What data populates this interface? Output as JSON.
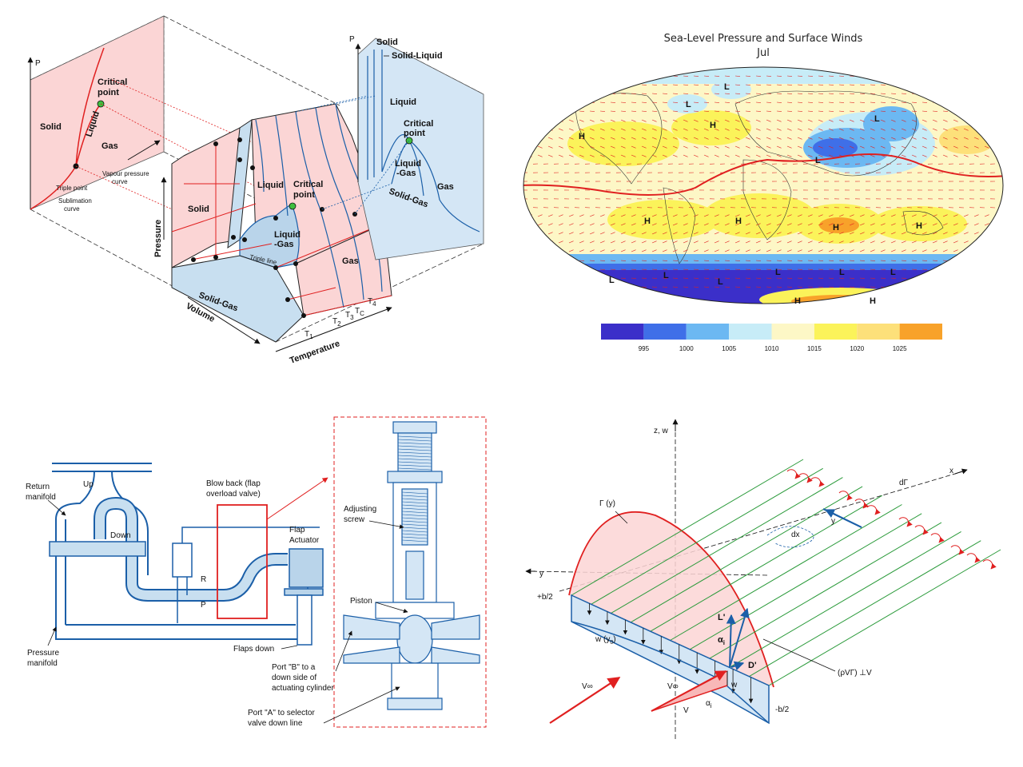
{
  "panel_phase": {
    "front": {
      "p_axis": "P",
      "solid": "Solid",
      "liquid": "Liquid",
      "gas": "Gas",
      "critical_1": "Critical",
      "critical_2": "point",
      "vapour_1": "Vapour pressure",
      "vapour_2": "curve",
      "triple": "Triple point",
      "sublim_1": "Sublimation",
      "sublim_2": "curve"
    },
    "center": {
      "solid": "Solid",
      "liquid": "Liquid",
      "critical_1": "Critical",
      "critical_2": "point",
      "liqgas_1": "Liquid",
      "liqgas_2": "-Gas",
      "triple_line": "Triple line",
      "gas": "Gas",
      "solidgas": "Solid-Gas",
      "pressure": "Pressure",
      "volume": "Volume",
      "temperature": "Temperature",
      "t1": "T",
      "t1s": "1",
      "t2": "T",
      "t2s": "2",
      "t3": "T",
      "t3s": "3",
      "tc": "T",
      "tcs": "C",
      "t4": "T",
      "t4s": "4"
    },
    "side": {
      "p_axis": "P",
      "solid": "Solid",
      "solidliquid": "Solid-Liquid",
      "liquid": "Liquid",
      "critical_1": "Critical",
      "critical_2": "point",
      "liqgas_1": "Liquid",
      "liqgas_2": "-Gas",
      "gas": "Gas",
      "solidgas": "Solid-Gas"
    }
  },
  "panel_map": {
    "title_1": "Sea-Level Pressure and Surface Winds",
    "title_2": "Jul",
    "colorbar": {
      "colors": [
        "#3b2fc9",
        "#3f6fe8",
        "#6cb8f2",
        "#c7ecf7",
        "#fdf7c6",
        "#fbf35a",
        "#fde07a",
        "#f8a22a"
      ],
      "ticks": [
        "995",
        "1000",
        "1005",
        "1010",
        "1015",
        "1020",
        "1025"
      ]
    },
    "highs": [
      "H",
      "H",
      "H",
      "H",
      "H",
      "H",
      "H",
      "H"
    ],
    "lows": [
      "L",
      "L",
      "L",
      "L",
      "L",
      "L",
      "L",
      "L",
      "L",
      "L"
    ]
  },
  "panel_valve": {
    "return_1": "Return",
    "return_2": "manifold",
    "up": "Up",
    "down": "Down",
    "blowback_1": "Blow back (flap",
    "blowback_2": "overload valve)",
    "flap_1": "Flap",
    "flap_2": "Actuator",
    "r": "R",
    "p": "P",
    "pressure_1": "Pressure",
    "pressure_2": "manifold",
    "flaps_down": "Flaps down",
    "adjusting_1": "Adjusting",
    "adjusting_2": "screw",
    "piston": "Piston",
    "portb_1": "Port \"B\" to a",
    "portb_2": "down side of",
    "portb_3": "actuating cylinder",
    "porta_1": "Port \"A\" to selector",
    "porta_2": "valve down line"
  },
  "panel_wing": {
    "zw": "z, w",
    "x": "x",
    "dgamma": "dΓ",
    "gamma_y": "Γ (y)",
    "y_top": "y",
    "dx": "dx",
    "y_left": "y",
    "plus_b2": "+b/2",
    "minus_b2": "-b/2",
    "l_prime": "L'",
    "alpha_i": "α",
    "alpha_sub": "i",
    "d_prime": "D'",
    "rho": "(ρVΓ) ⊥V",
    "w_y0": "w (y",
    "w_y0_sub": "0",
    "w_y0_end": ")",
    "v_inf_1": "V∞",
    "v_inf_2": "V∞",
    "w": "w",
    "v": "V",
    "alpha_i2": "α",
    "alpha_sub2": "i"
  }
}
